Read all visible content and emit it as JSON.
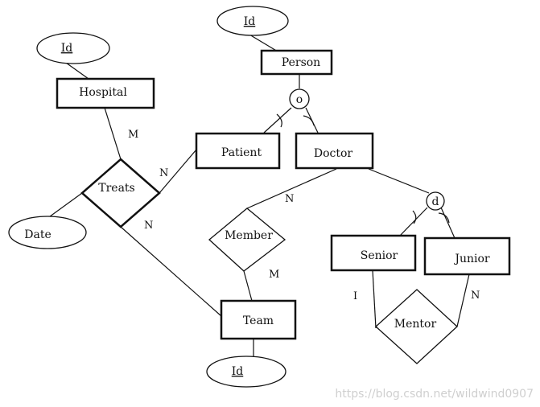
{
  "entities": {
    "hospital": "Hospital",
    "person": "Person",
    "patient": "Patient",
    "doctor": "Doctor",
    "team": "Team",
    "senior": "Senior",
    "junior": "Junior"
  },
  "relationships": {
    "treats": "Treats",
    "member": "Member",
    "mentor": "Mentor"
  },
  "attributes": {
    "hospital_id": "Id",
    "person_id": "Id",
    "team_id": "Id",
    "date": "Date"
  },
  "specializations": {
    "person": "o",
    "doctor": "d"
  },
  "cardinalities": {
    "hospital_treats": "M",
    "treats_patient": "N",
    "treats_team": "N",
    "doctor_member": "N",
    "member_team": "M",
    "senior_mentor": "I",
    "junior_mentor": "N"
  },
  "watermark": "https://blog.csdn.net/wildwind0907"
}
